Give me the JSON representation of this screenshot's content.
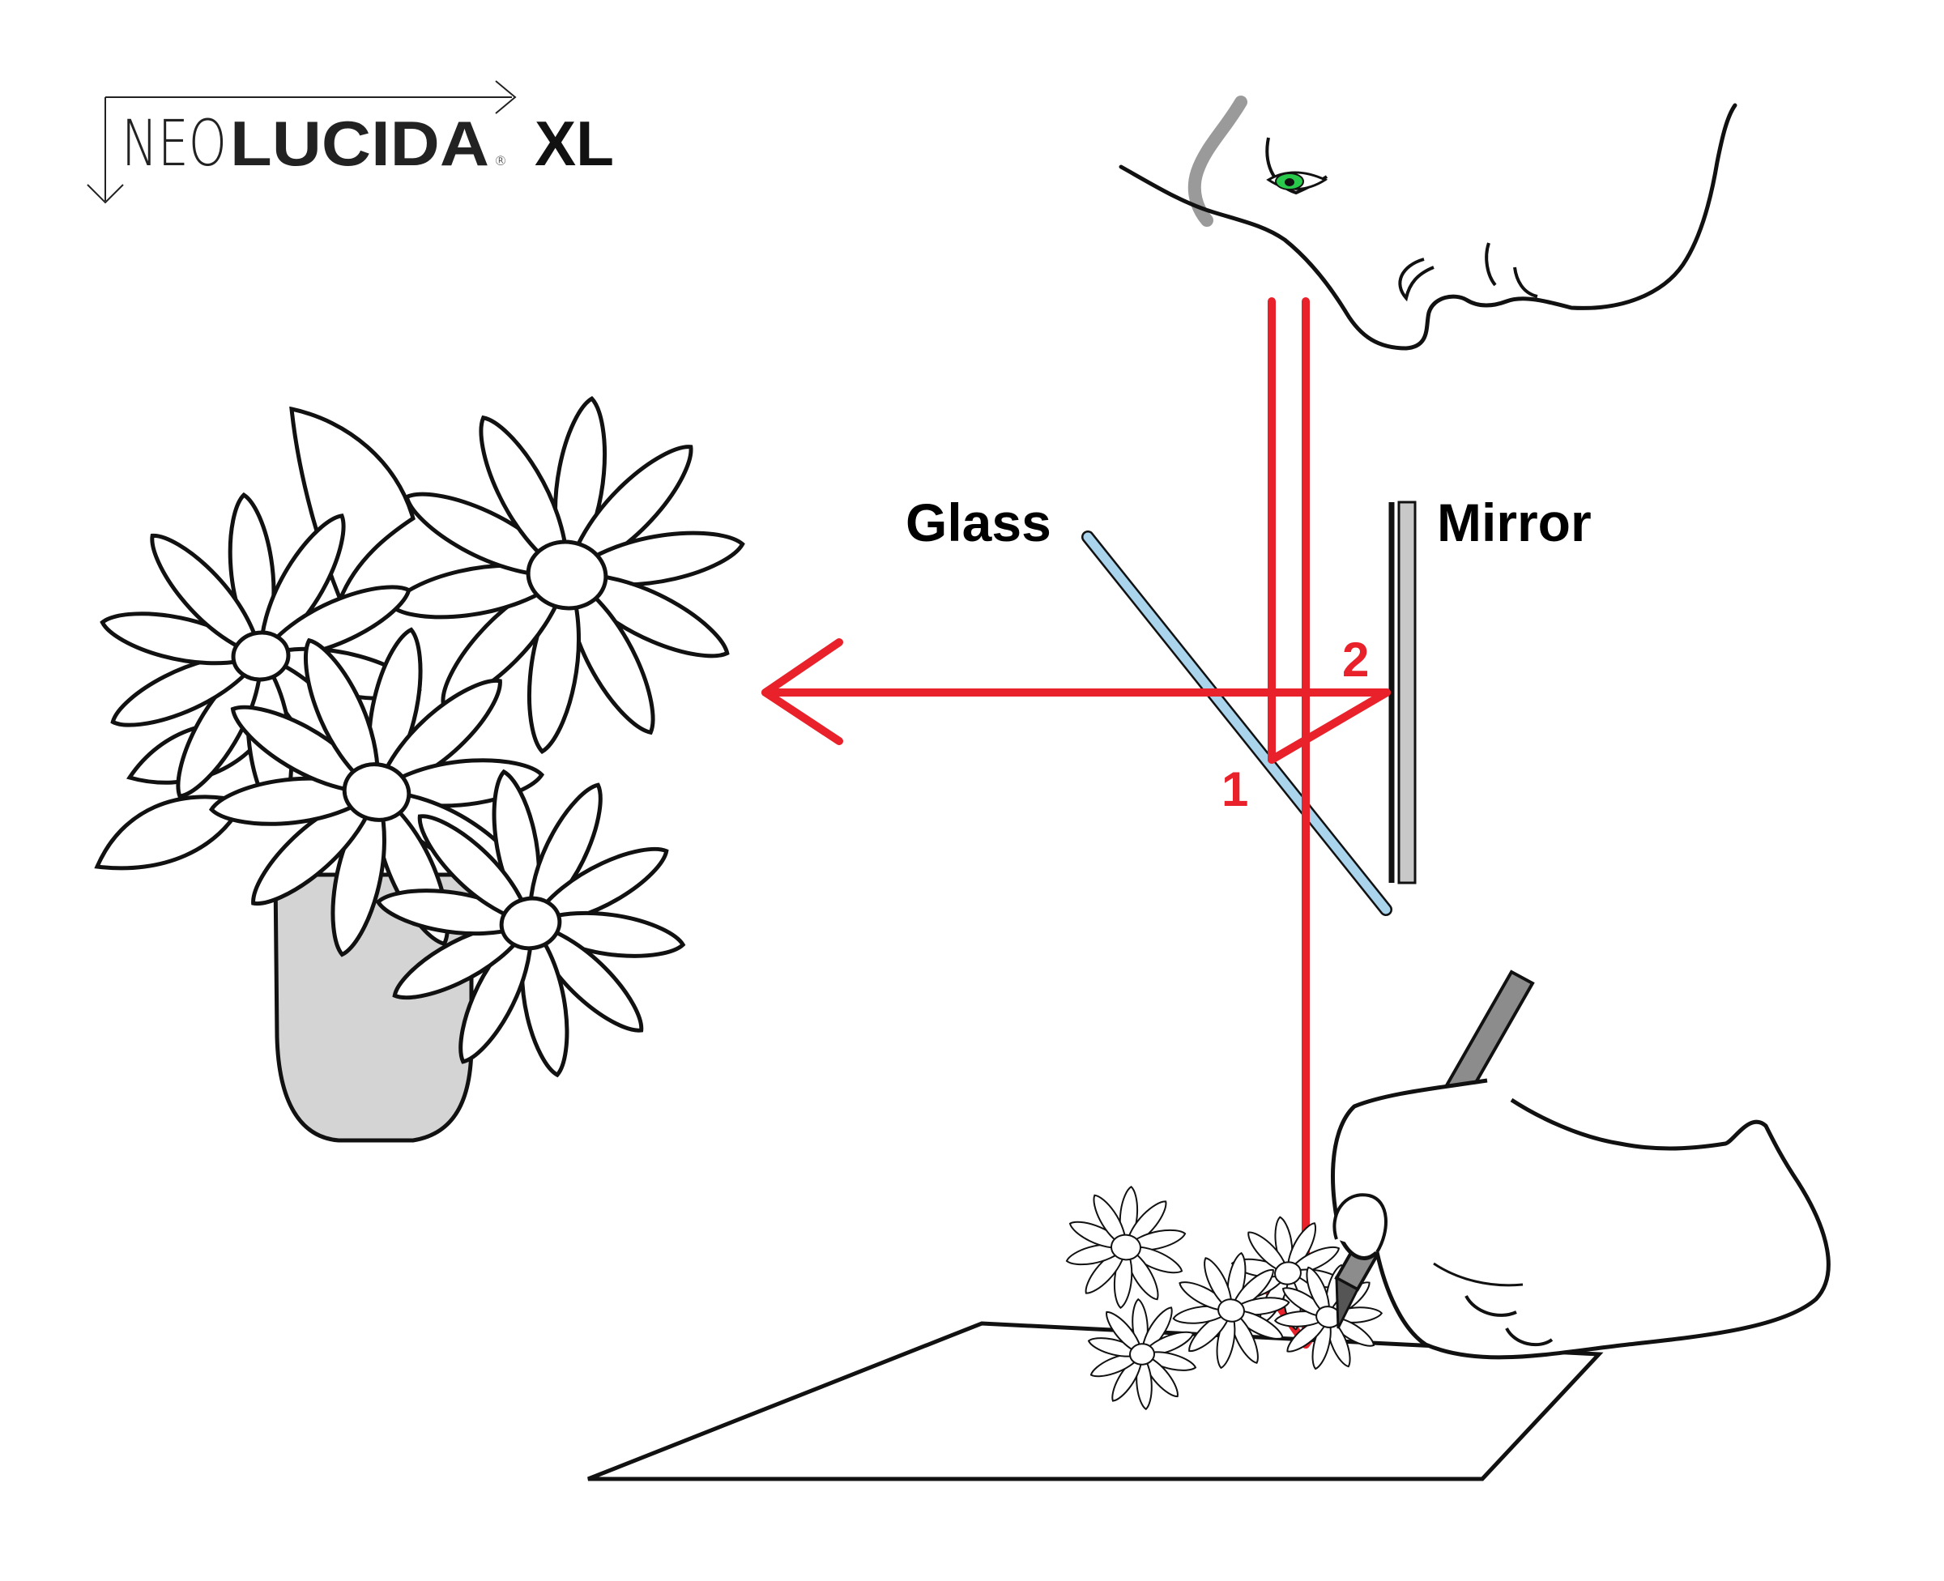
{
  "logo": {
    "part_light": "NEO",
    "part_main": "LUCIDA",
    "registered": "®",
    "suffix": "XL"
  },
  "labels": {
    "glass": "Glass",
    "mirror": "Mirror",
    "point_1": "1",
    "point_2": "2"
  },
  "icons": [
    "eye-icon",
    "face-profile",
    "flower-vase",
    "hand-with-pencil",
    "drawing-paper"
  ],
  "colors": {
    "ray": "#e8212a",
    "glass": "#a9d4ec",
    "mirror": "#c8c8c8",
    "vase": "#d4d4d4",
    "eye_iris": "#29c94c",
    "pencil": "#8c8c8c"
  }
}
